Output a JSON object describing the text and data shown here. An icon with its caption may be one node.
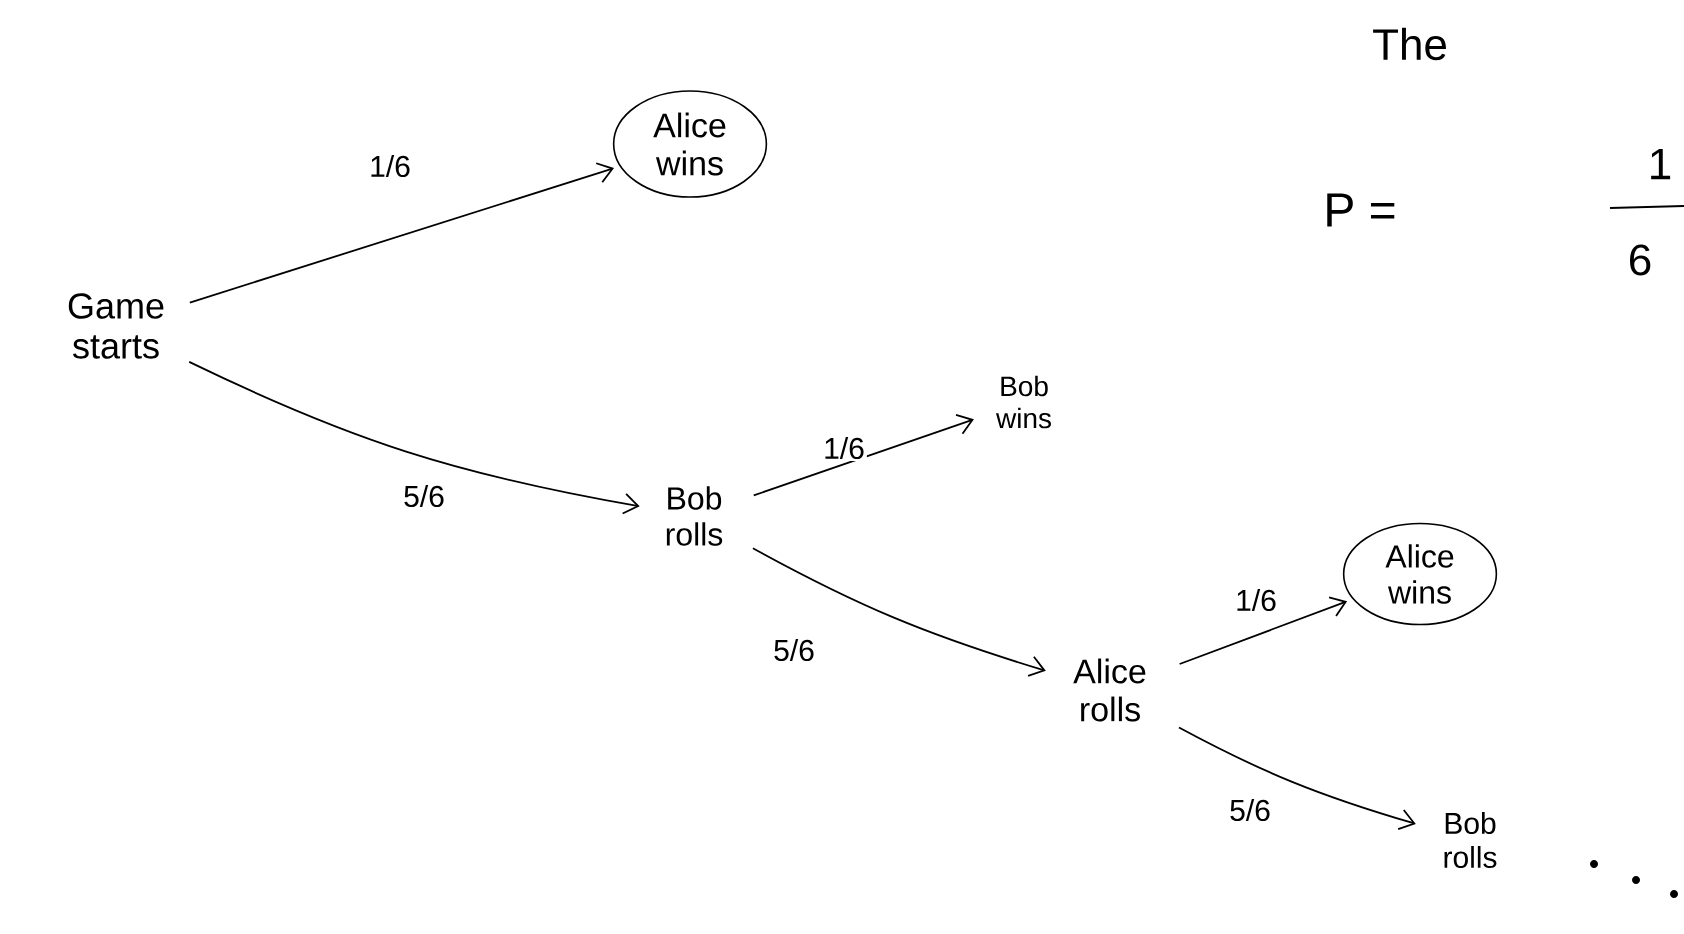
{
  "diagram": {
    "nodes": [
      {
        "text": [
          "Game starts"
        ]
      },
      {
        "text": [
          "Alice wins"
        ]
      },
      {
        "text": [
          "Bob rolls"
        ]
      },
      {
        "text": [
          "Bob wins"
        ]
      },
      {
        "text": [
          "Alice rolls"
        ]
      },
      {
        "text": [
          "Alice wins"
        ]
      },
      {
        "text": [
          "Bob rolls"
        ]
      }
    ],
    "edges": [
      {
        "from": 0,
        "to": 1,
        "arrow": "to",
        "label": "1/6"
      },
      {
        "from": 0,
        "to": 2,
        "arrow": "to",
        "label": "5/6"
      },
      {
        "from": 2,
        "to": 3,
        "arrow": "to",
        "label": "1/6"
      },
      {
        "from": 2,
        "to": 4,
        "arrow": "to",
        "label": "5/6"
      },
      {
        "from": 4,
        "to": 5,
        "arrow": "to",
        "label": "1/6"
      },
      {
        "from": 4,
        "to": 6,
        "arrow": "to",
        "label": "5/6"
      }
    ],
    "labels": [
      "The",
      "P =",
      "1",
      "6"
    ]
  }
}
